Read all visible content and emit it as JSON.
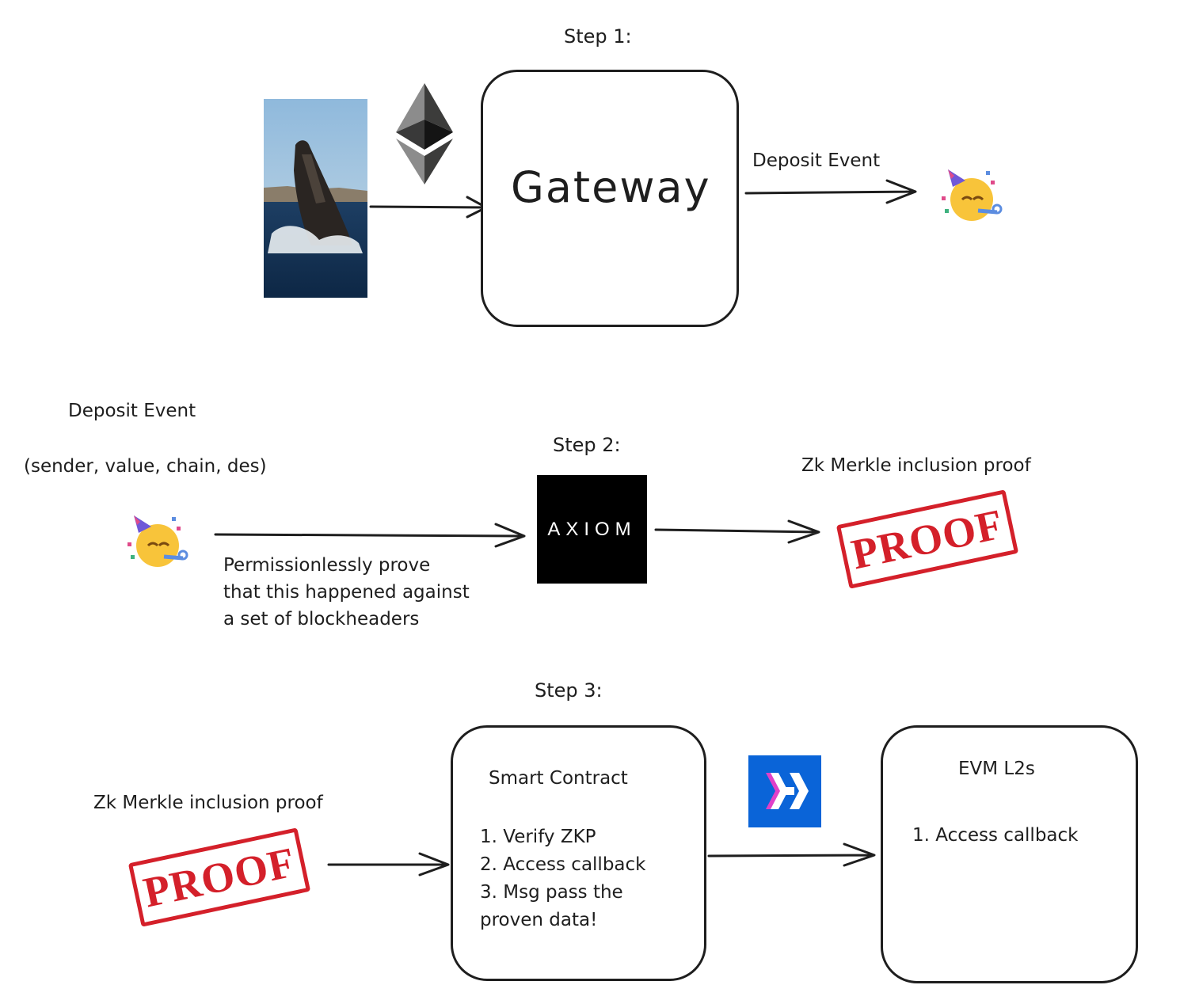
{
  "step1": {
    "title": "Step 1:",
    "gateway_label": "Gateway",
    "arrow_label": "Deposit Event"
  },
  "step2": {
    "title": "Step 2:",
    "event_title": "Deposit Event",
    "event_fields": "(sender, value, chain, des)",
    "arrow_note_lines": [
      "Permissionlessly prove",
      "that this happened against",
      "a set of blockheaders"
    ],
    "axiom_logo": "AXIOM",
    "proof_title": "Zk Merkle inclusion proof",
    "stamp_text": "PROOF"
  },
  "step3": {
    "title": "Step 3:",
    "proof_title": "Zk Merkle inclusion proof",
    "stamp_text": "PROOF",
    "contract_title": "Smart Contract",
    "contract_items": [
      "1. Verify ZKP",
      "2. Access callback",
      "3. Msg pass the",
      "proven data!"
    ],
    "l2_title": "EVM L2s",
    "l2_items": [
      "1. Access callback"
    ]
  },
  "icons": {
    "whale": "whale-photo",
    "eth": "ethereum-logo-icon",
    "party": "partying-face-icon",
    "hyperlane": "hyperlane-logo-icon"
  },
  "colors": {
    "stroke": "#1e1e1e",
    "stamp_red": "#d4202a",
    "hyperlane_blue": "#0a64d8",
    "axiom_bg": "#000000"
  }
}
